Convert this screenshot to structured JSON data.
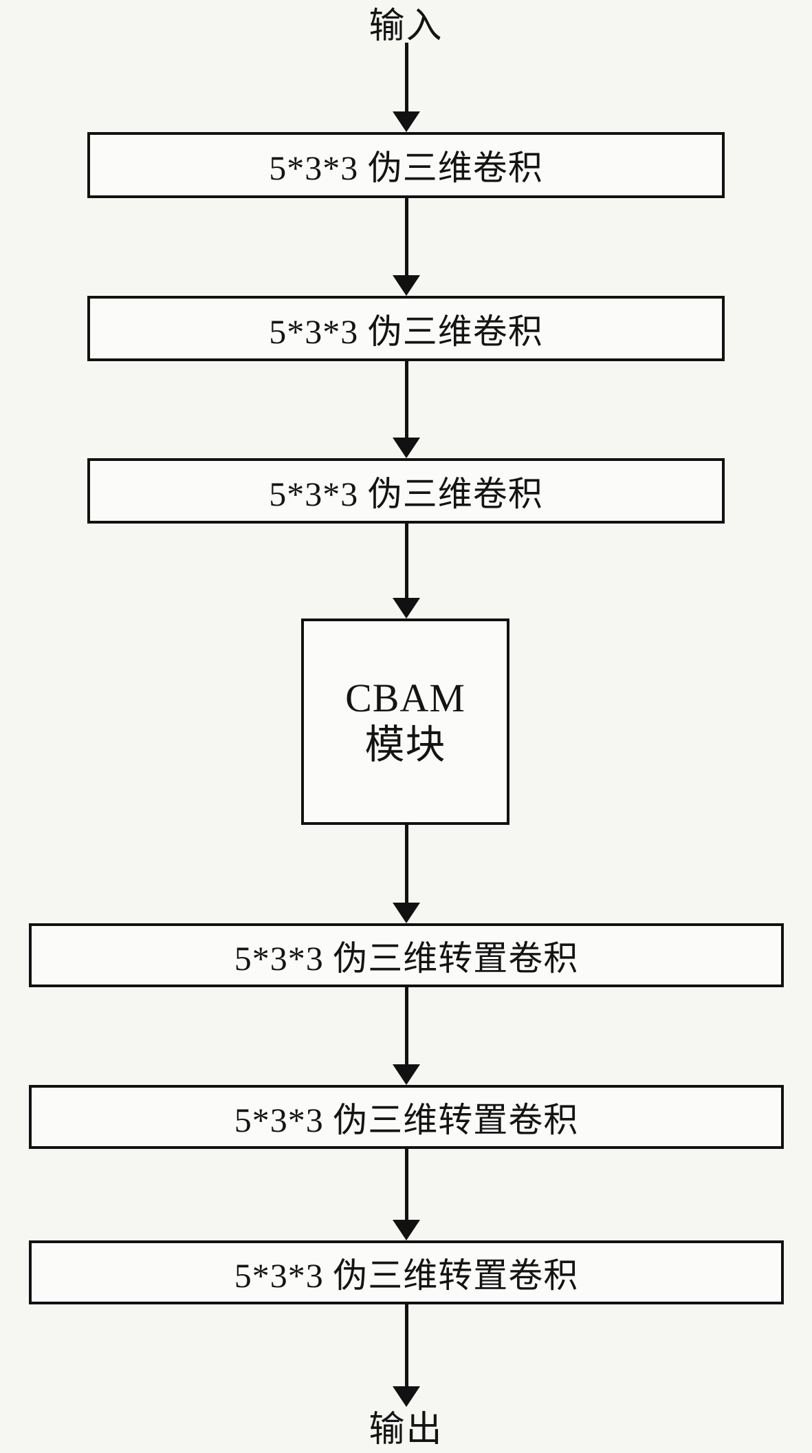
{
  "diagram": {
    "title_semantics": "CBAM pseudo-3D convolution network flowchart",
    "input_label": "输入",
    "output_label": "输出",
    "nodes": [
      {
        "id": "conv1",
        "label": "5*3*3 伪三维卷积"
      },
      {
        "id": "conv2",
        "label": "5*3*3 伪三维卷积"
      },
      {
        "id": "conv3",
        "label": "5*3*3 伪三维卷积"
      },
      {
        "id": "cbam",
        "lines": [
          "CBAM",
          "模块"
        ]
      },
      {
        "id": "deconv1",
        "label": "5*3*3 伪三维转置卷积"
      },
      {
        "id": "deconv2",
        "label": "5*3*3 伪三维转置卷积"
      },
      {
        "id": "deconv3",
        "label": "5*3*3 伪三维转置卷积"
      }
    ],
    "colors": {
      "background": "#f6f6f3",
      "box_fill": "#fbfbf9",
      "line": "#111111",
      "text": "#141414"
    }
  }
}
